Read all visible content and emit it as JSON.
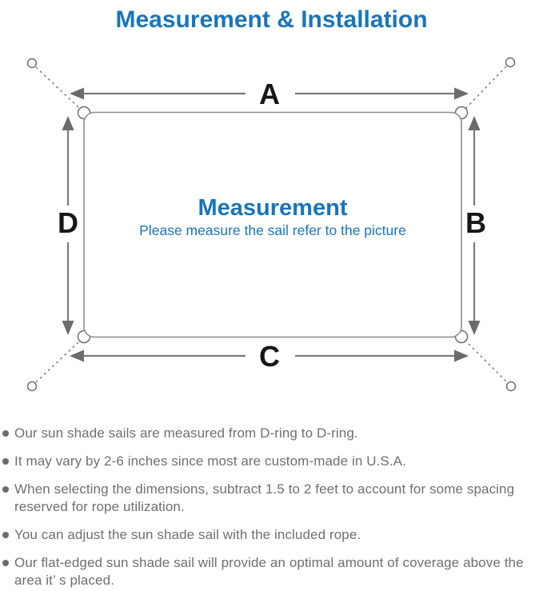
{
  "page_title": "Measurement & Installation",
  "diagram": {
    "labels": {
      "top": "A",
      "right": "B",
      "bottom": "C",
      "left": "D"
    },
    "center_title": "Measurement",
    "center_subtitle": "Please measure the sail refer to the picture"
  },
  "bullets": [
    "Our sun shade sails are measured from D-ring to D-ring.",
    "It may vary by 2-6 inches since most are custom-made in U.S.A.",
    "When selecting the dimensions, subtract 1.5 to 2 feet to account for some spacing reserved for rope utilization.",
    "You can adjust the sun shade sail with the included rope.",
    "Our flat-edged sun shade sail will provide an optimal amount of coverage above the area it’ s placed."
  ],
  "colors": {
    "accent_blue": "#1b74b8",
    "note_gray": "#6f6f6f",
    "line_gray": "#7a7a7a",
    "label_black": "#161616"
  }
}
